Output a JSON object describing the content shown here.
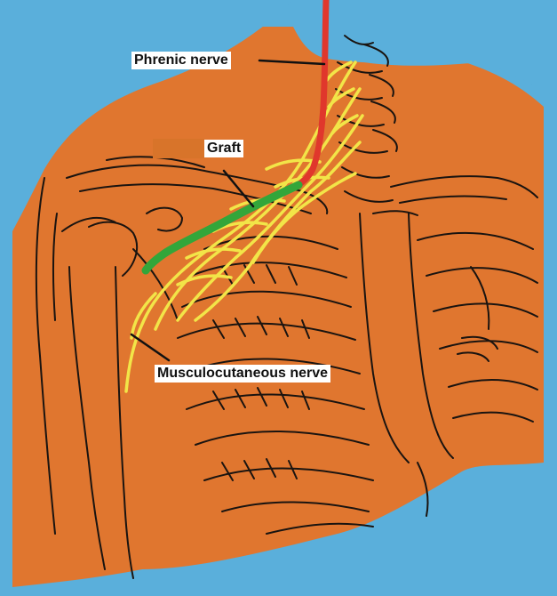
{
  "labels": {
    "phrenic": "Phrenic nerve",
    "graft": "Graft",
    "musculocutaneous": "Musculocutaneous nerve"
  },
  "colors": {
    "background": "#5aafdb",
    "body": "#e0762f",
    "outline": "#1a1410",
    "phrenic_nerve": "#e0372c",
    "graft": "#33a63a",
    "plexus": "#f2e548",
    "label_background": "#ffffff"
  }
}
